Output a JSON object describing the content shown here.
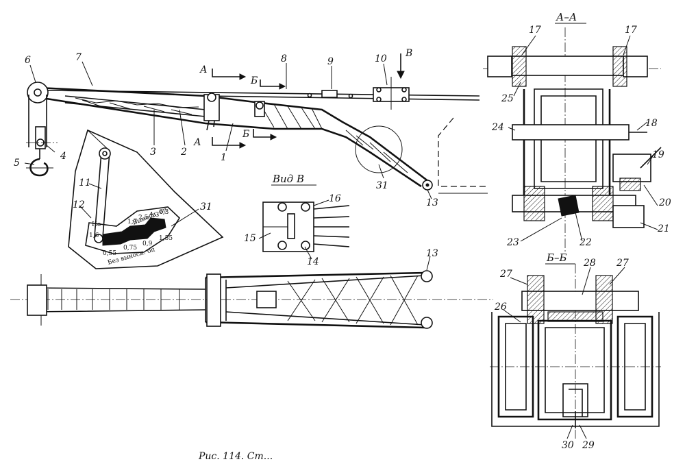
{
  "views": {
    "section_aa": "А–А",
    "section_bb": "Б–Б",
    "view_v": "Вид В"
  },
  "section_marks": {
    "a_top": "А",
    "a_bottom": "А",
    "b_top": "Б",
    "b_bottom": "Б",
    "v_arrow": "В"
  },
  "callouts": {
    "c1": "1",
    "c2": "2",
    "c3": "3",
    "c4": "4",
    "c5": "5",
    "c6": "6",
    "c7": "7",
    "c8": "8",
    "c9": "9",
    "c10": "10",
    "c11": "11",
    "c12": "12",
    "c13": "13",
    "c13b": "13",
    "c14": "14",
    "c15": "15",
    "c16": "16",
    "c17a": "17",
    "c17b": "17",
    "c18": "18",
    "c19": "19",
    "c20": "20",
    "c21": "21",
    "c22": "22",
    "c23": "23",
    "c24": "24",
    "c25": "25",
    "c26": "26",
    "c27a": "27",
    "c27b": "27",
    "c28": "28",
    "c29": "29",
    "c30": "30",
    "c31a": "31",
    "c31b": "31"
  },
  "indicator_scale": {
    "top_label": "Выноси. оп",
    "bottom_label": "Без выноси. оп",
    "left_label": "Но",
    "top_values": [
      "1,7",
      "2,5",
      "4,3",
      "6,3"
    ],
    "bottom_values": [
      "0,55",
      "0,75",
      "0,9",
      "1,55"
    ],
    "side_value": "1,6"
  },
  "caption": "Рис. 114. Ст..."
}
